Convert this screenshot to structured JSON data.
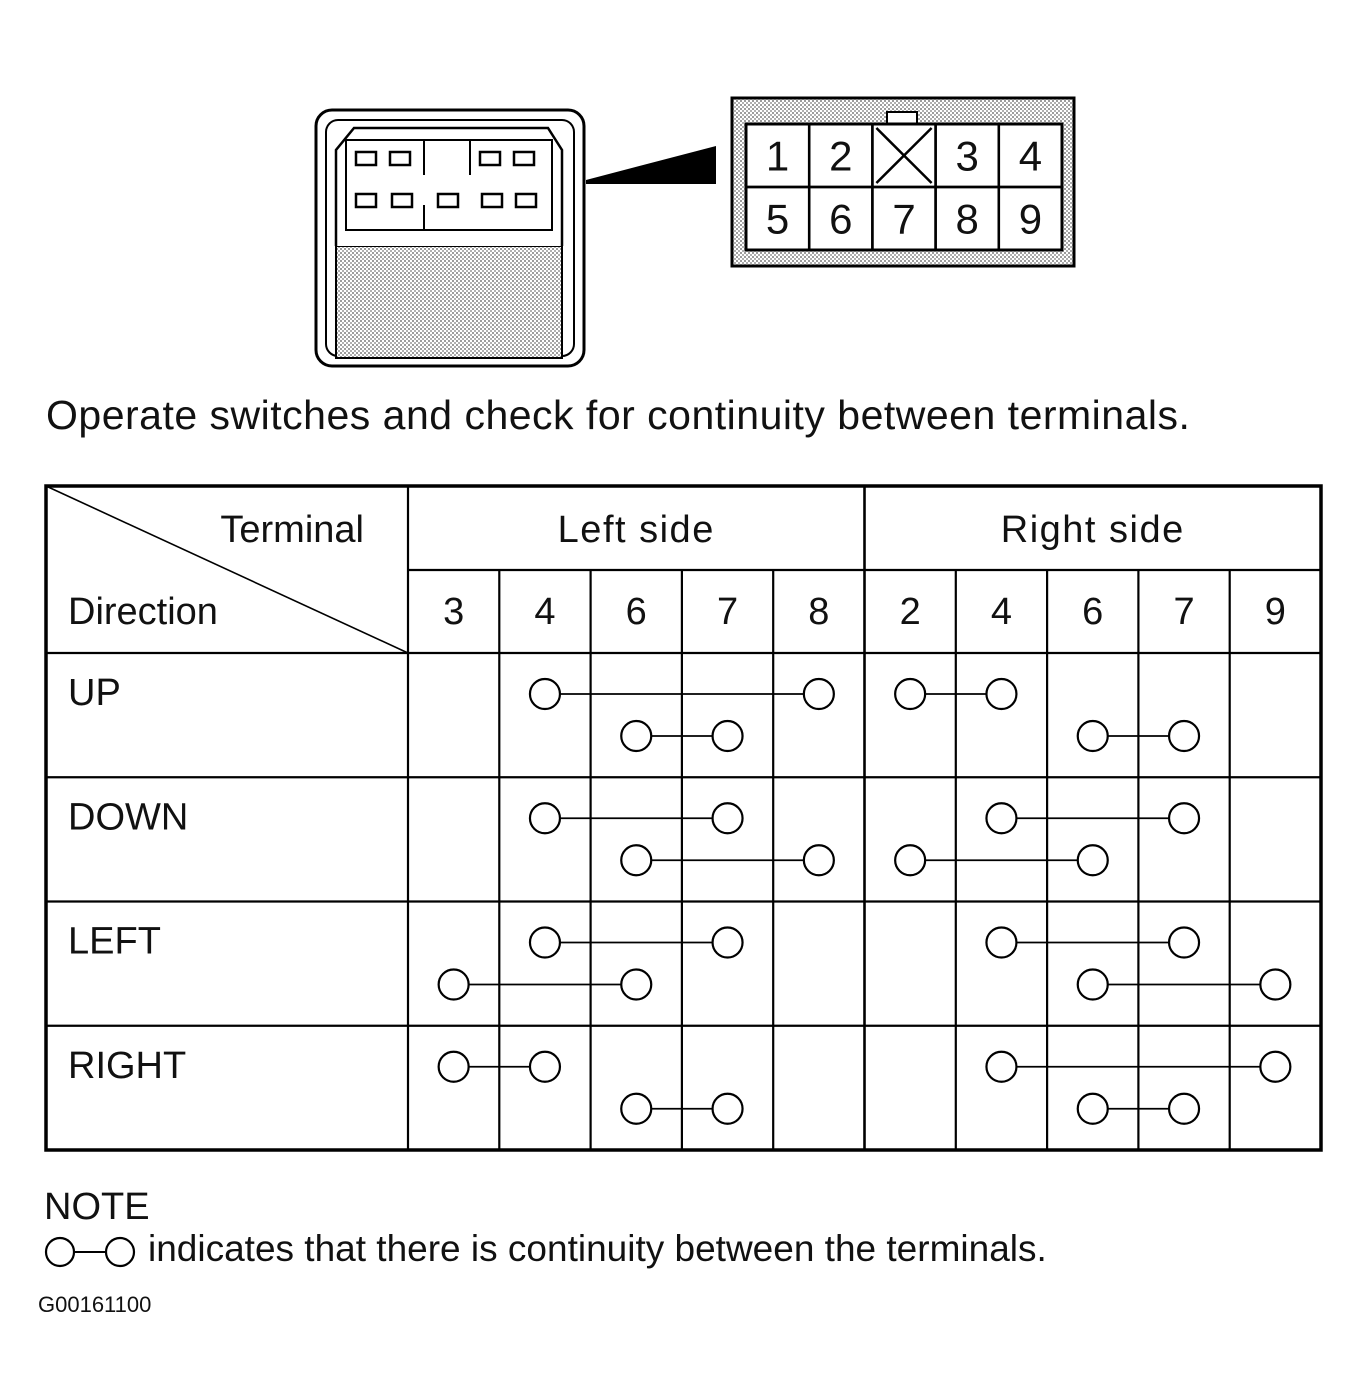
{
  "connector": {
    "slots": [
      "1",
      "2",
      "",
      "3",
      "4",
      "5",
      "6",
      "7",
      "8",
      "9"
    ],
    "blocked_slot_icon": "x-mark"
  },
  "instruction": "Operate switches and check for continuity between terminals.",
  "table": {
    "corner_top": "Terminal",
    "corner_bottom": "Direction",
    "groups": [
      {
        "label": "Left side",
        "terminals": [
          "3",
          "4",
          "6",
          "7",
          "8"
        ]
      },
      {
        "label": "Right side",
        "terminals": [
          "2",
          "4",
          "6",
          "7",
          "9"
        ]
      }
    ],
    "rows": [
      {
        "direction": "UP",
        "links": [
          [
            1,
            4
          ],
          [
            2,
            3
          ],
          [
            5,
            6
          ],
          [
            7,
            8
          ]
        ]
      },
      {
        "direction": "DOWN",
        "links": [
          [
            1,
            3
          ],
          [
            2,
            4
          ],
          [
            6,
            8
          ],
          [
            5,
            7
          ]
        ]
      },
      {
        "direction": "LEFT",
        "links": [
          [
            1,
            3
          ],
          [
            0,
            2
          ],
          [
            6,
            8
          ],
          [
            7,
            9
          ]
        ]
      },
      {
        "direction": "RIGHT",
        "links": [
          [
            0,
            1
          ],
          [
            2,
            3
          ],
          [
            6,
            9
          ],
          [
            7,
            8
          ]
        ]
      }
    ]
  },
  "note": {
    "title": "NOTE",
    "text": "indicates that there is continuity between the terminals."
  },
  "figure_code": "G00161100"
}
